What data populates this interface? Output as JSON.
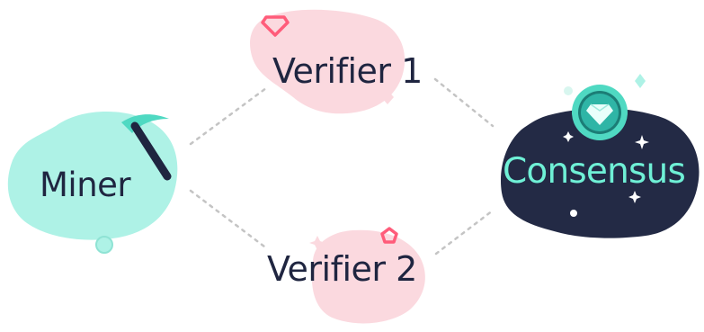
{
  "nodes": {
    "verifier_1": {
      "label": "Verifier 1"
    },
    "verifier_2": {
      "label": "Verifier 2"
    },
    "miner": {
      "label": "Miner"
    },
    "consensus": {
      "label": "Consensus"
    }
  },
  "icons": {
    "miner": "pickaxe-icon",
    "consensus": "diamond-coin-icon",
    "verifier_1": "gem-icon",
    "verifier_2": "pentagon-gem-icon"
  },
  "colors": {
    "miner_blob": "#aef2e6",
    "verifier_blob": "#fbd9df",
    "consensus_blob": "#232a45",
    "consensus_text": "#6ff0d6",
    "label_text": "#1f2540",
    "connector": "#c4c4c4",
    "accent_pink": "#ff5c7a",
    "accent_teal": "#4fd9c2"
  }
}
